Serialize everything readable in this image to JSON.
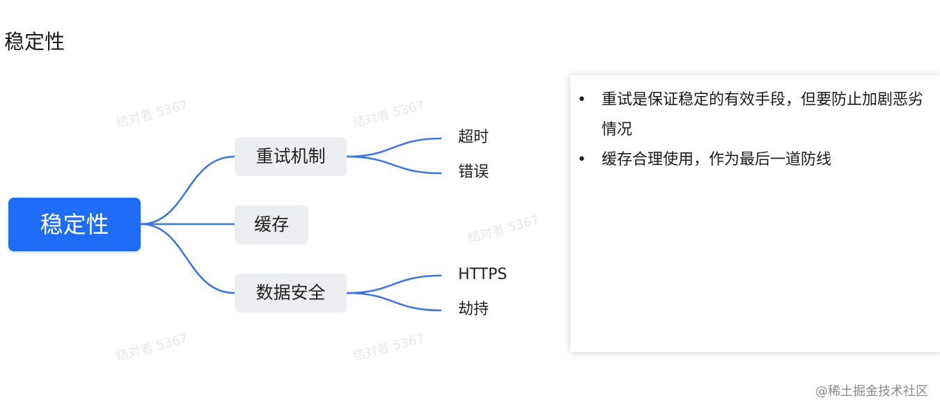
{
  "page_title": "稳定性",
  "mindmap": {
    "root": "稳定性",
    "branches": [
      {
        "label": "重试机制",
        "leaves": [
          "超时",
          "错误"
        ]
      },
      {
        "label": "缓存",
        "leaves": []
      },
      {
        "label": "数据安全",
        "leaves": [
          "HTTPS",
          "劫持"
        ]
      }
    ],
    "colors": {
      "root_fill": "#1f6df6",
      "branch_fill": "#eceef2",
      "connector": "#3e76e0"
    }
  },
  "notes": {
    "items": [
      "重试是保证稳定的有效手段，但要防止加剧恶劣情况",
      "缓存合理使用，作为最后一道防线"
    ]
  },
  "watermark_text": "结对者 5367",
  "footer_brand": "@稀土掘金技术社区"
}
